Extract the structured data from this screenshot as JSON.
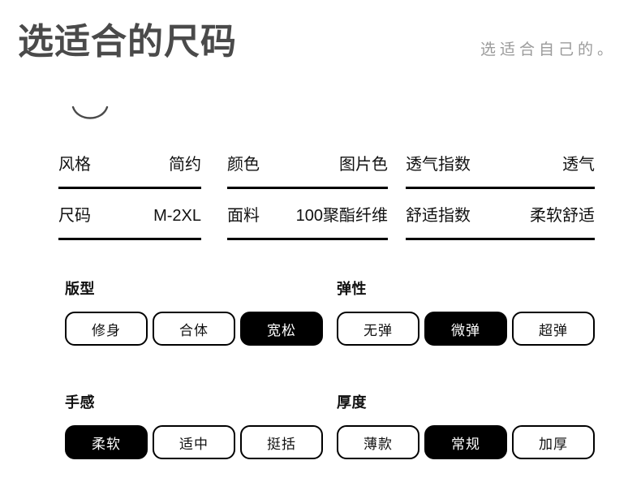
{
  "header": {
    "title": "选适合的尺码",
    "subtitle": "选适合自己的。",
    "title_color": "#4a4a4a",
    "subtitle_color": "#9b9b9b"
  },
  "decoration": {
    "arc_icon": "smile-arc-icon"
  },
  "specs": {
    "columns": [
      {
        "rows": [
          {
            "label": "风格",
            "value": "简约"
          },
          {
            "label": "尺码",
            "value": "M-2XL"
          }
        ]
      },
      {
        "rows": [
          {
            "label": "颜色",
            "value": "图片色"
          },
          {
            "label": "面料",
            "value": "100聚酯纤维"
          }
        ]
      },
      {
        "rows": [
          {
            "label": "透气指数",
            "value": "透气"
          },
          {
            "label": "舒适指数",
            "value": "柔软舒适"
          }
        ]
      }
    ]
  },
  "groups": [
    {
      "title": "版型",
      "options": [
        {
          "label": "修身",
          "selected": false
        },
        {
          "label": "合体",
          "selected": false
        },
        {
          "label": "宽松",
          "selected": true
        }
      ]
    },
    {
      "title": "弹性",
      "options": [
        {
          "label": "无弹",
          "selected": false
        },
        {
          "label": "微弹",
          "selected": true
        },
        {
          "label": "超弹",
          "selected": false
        }
      ]
    },
    {
      "title": "手感",
      "options": [
        {
          "label": "柔软",
          "selected": true
        },
        {
          "label": "适中",
          "selected": false
        },
        {
          "label": "挺括",
          "selected": false
        }
      ]
    },
    {
      "title": "厚度",
      "options": [
        {
          "label": "薄款",
          "selected": false
        },
        {
          "label": "常规",
          "selected": true
        },
        {
          "label": "加厚",
          "selected": false
        }
      ]
    }
  ],
  "theme": {
    "selected_bg": "#000000",
    "selected_text": "#ffffff",
    "chip_border": "#000000",
    "text": "#111111"
  }
}
